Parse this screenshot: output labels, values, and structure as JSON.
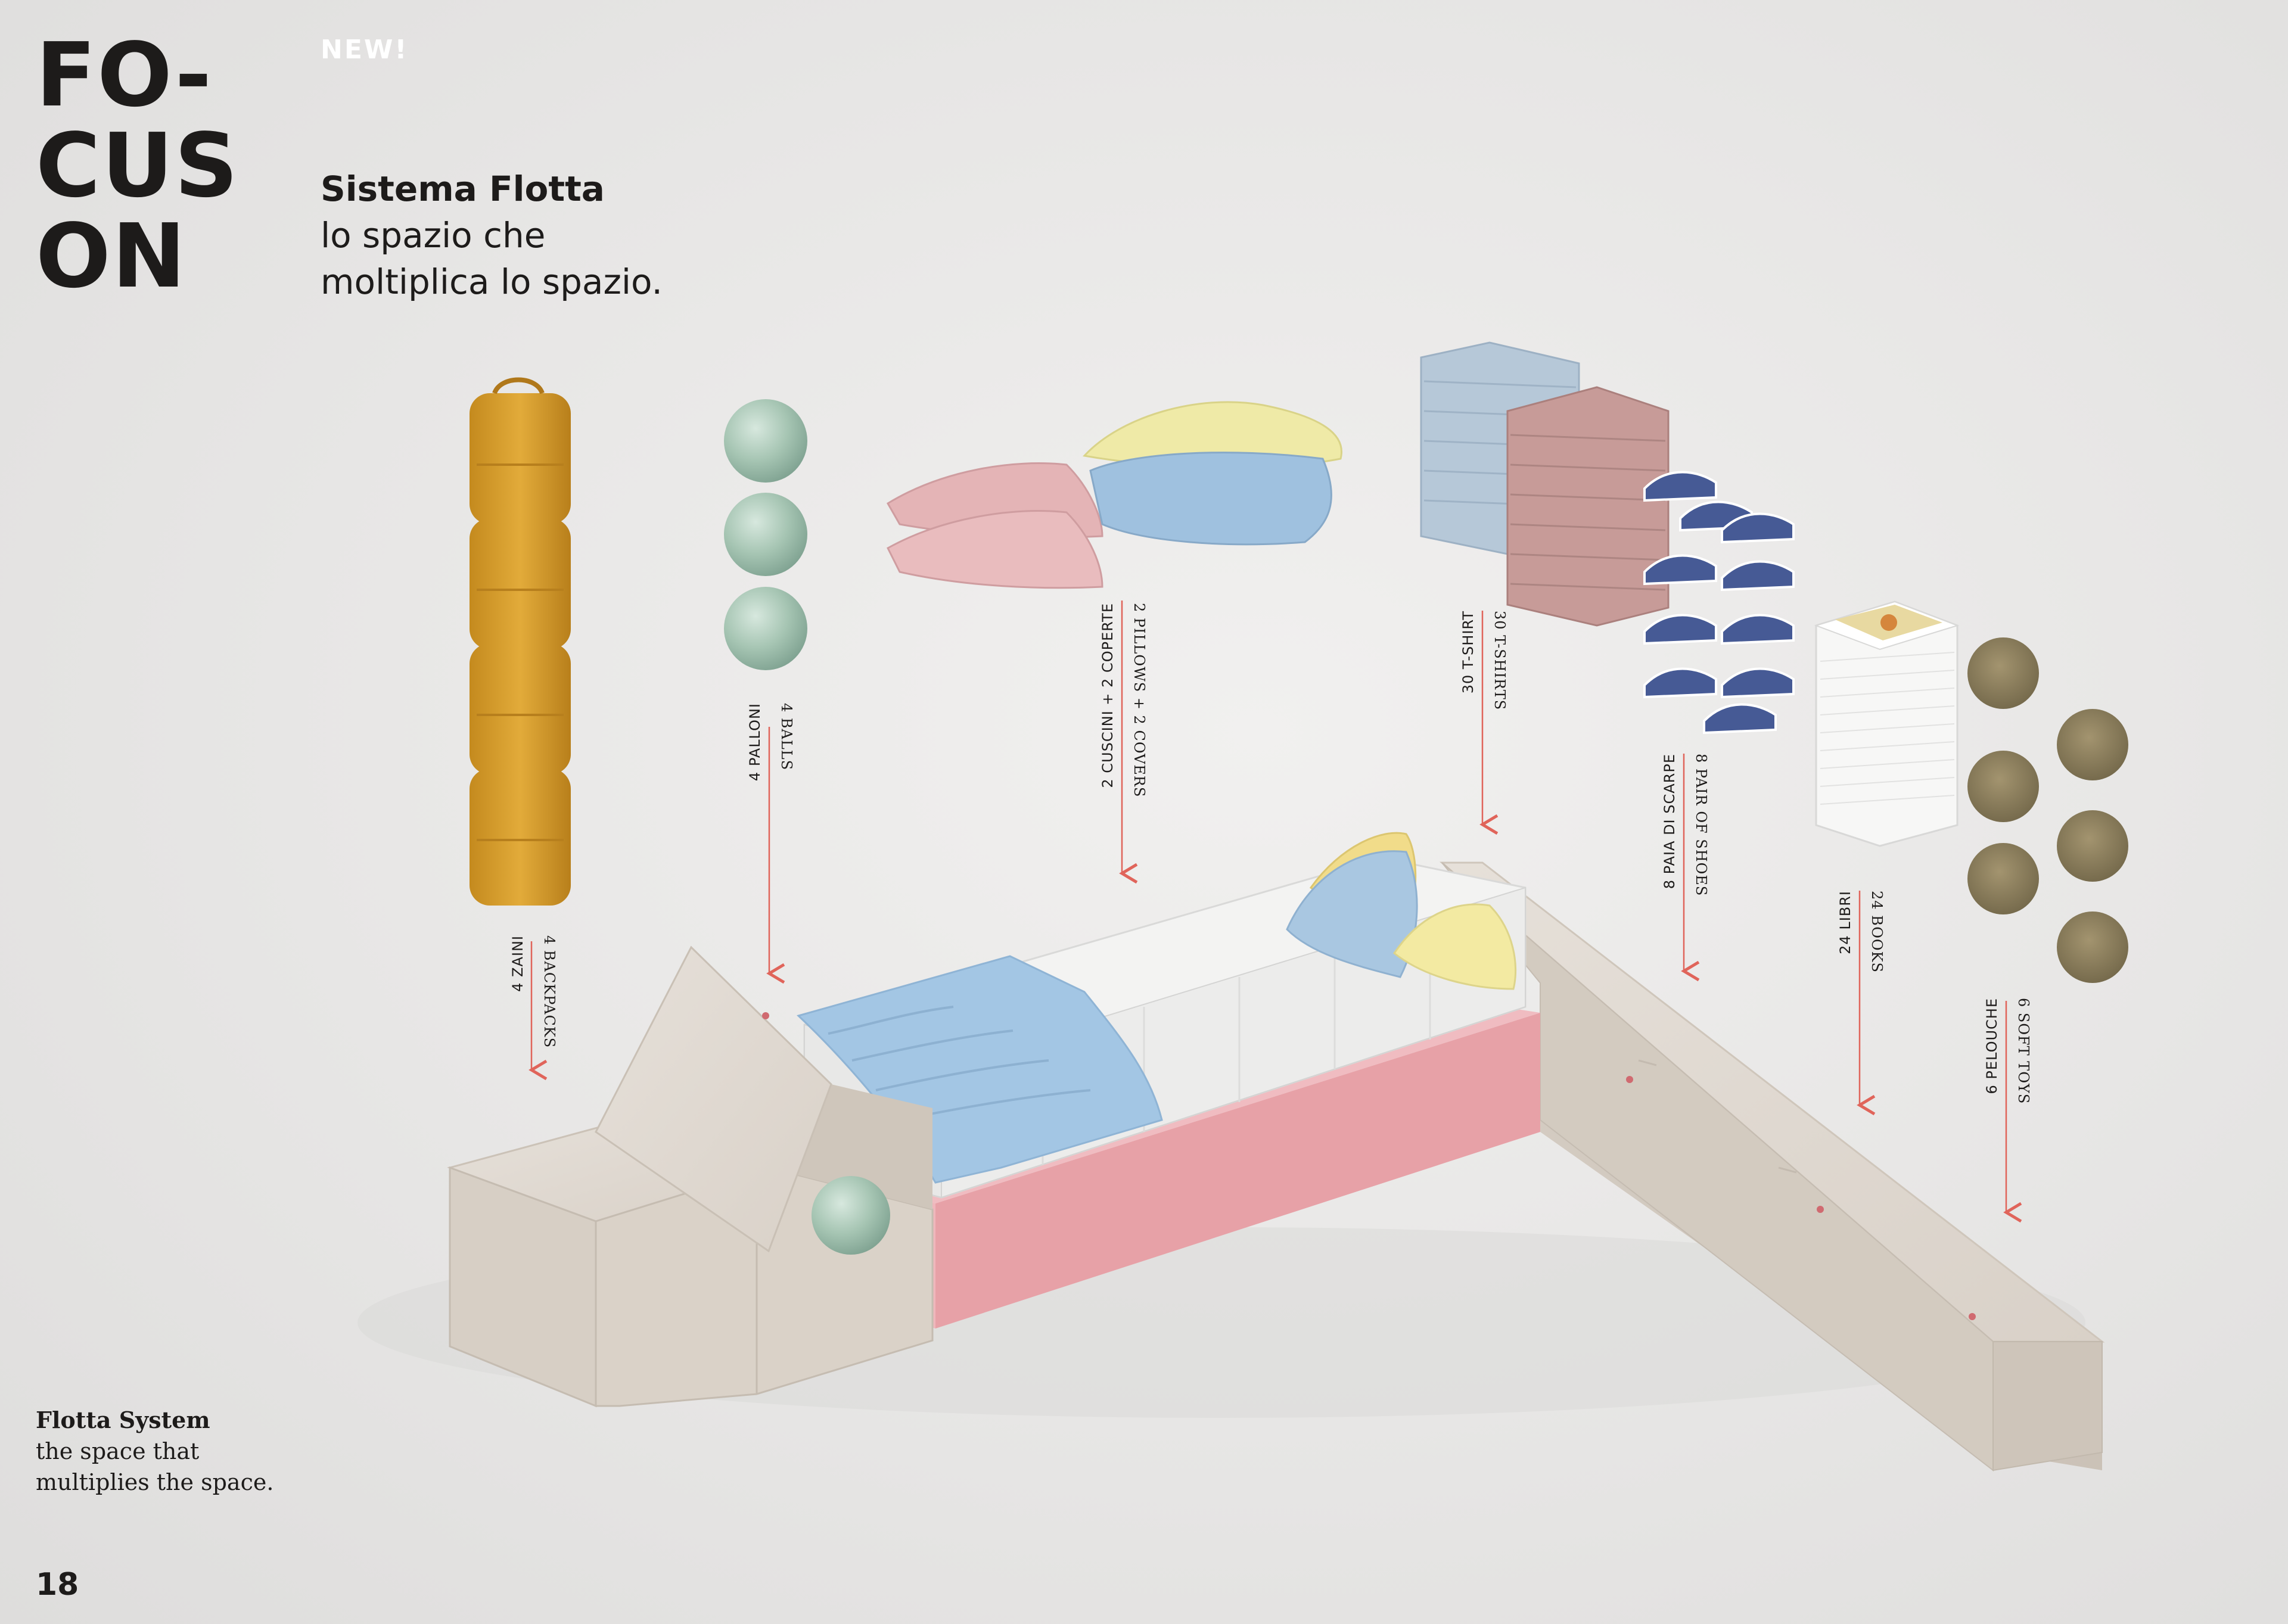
{
  "header": {
    "focus_lines": [
      "FO-",
      "CUS",
      "ON"
    ],
    "new_tag": "NEW!",
    "title_bold": "Sistema Flotta",
    "title_line_1": "lo spazio che",
    "title_line_2": "moltiplica lo spazio."
  },
  "footer": {
    "caption_bold": "Flotta System",
    "caption_line_1": "the space that",
    "caption_line_2": "multiplies the space.",
    "page_number": "18"
  },
  "labels": {
    "backpacks_it": "4 ZAINI",
    "backpacks_en": "4 BACKPACKS",
    "balls_it": "4 PALLONI",
    "balls_en": "4 BALLS",
    "pillows_it": "2 CUSCINI + 2 COPERTE",
    "pillows_en": "2 PILLOWS + 2 COVERS",
    "tshirts_it": "30 T-SHIRT",
    "tshirts_en": "30 T-SHIRTS",
    "shoes_it": "8 PAIA DI SCARPE",
    "shoes_en": "8 PAIR OF SHOES",
    "books_it": "24 LIBRI",
    "books_en": "24 BOOKS",
    "toys_it": "6 PELOUCHE",
    "toys_en": "6 SOFT TOYS"
  },
  "colors": {
    "background": "#e9e8e7",
    "text": "#1d1b1a",
    "arrow": "#e0645a",
    "wood": "#ddd6ce",
    "bed_frame_pink": "#e8a2a8",
    "blanket_blue": "#9fc3e2",
    "backpack_yellow": "#d8a02c",
    "ball_green": "#a9c8b6"
  }
}
